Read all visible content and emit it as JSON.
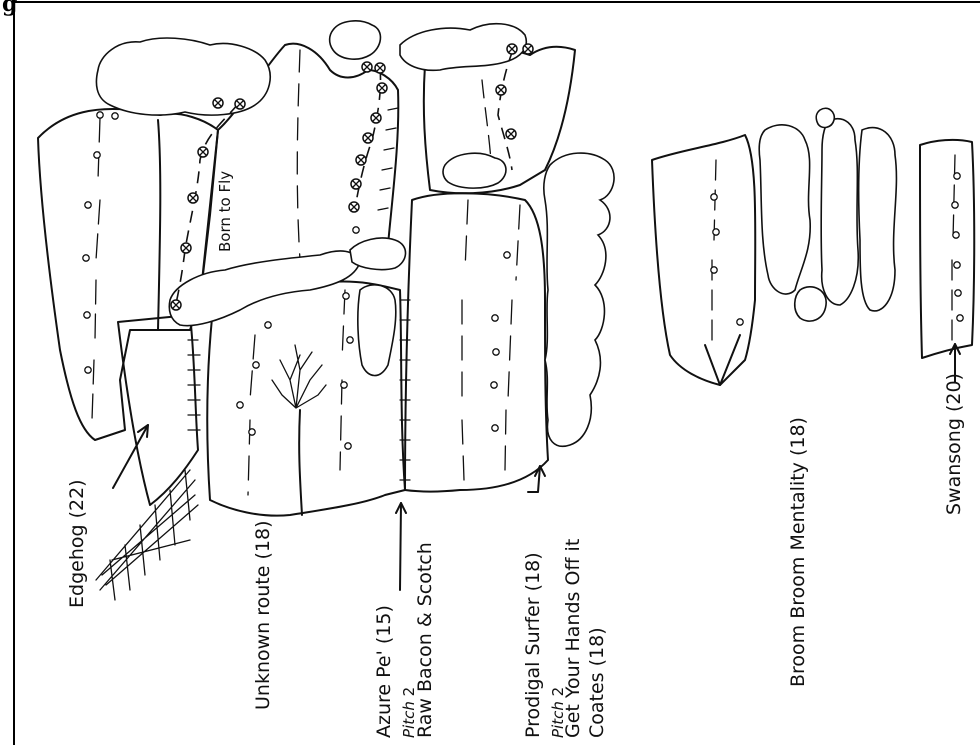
{
  "header": {
    "title": "g"
  },
  "routes": {
    "born_to_fly": "Born to Fly",
    "edgehog": "Edgehog (22)",
    "unknown": "Unknown route (18)",
    "azure": "Azure Pe' (15)",
    "azure_pitch": "Pitch",
    "azure_pitch_num": "2",
    "raw_bacon": "Raw Bacon & Scotch",
    "prodigal": "Prodigal Surfer (18)",
    "prodigal_pitch": "Pitch",
    "prodigal_pitch_num": "2",
    "get_your_hands": "Get Your Hands Off it",
    "coates": "Coates (18)",
    "broom": "Broom Broom Mentality (18)",
    "swansong": "Swansong (20)"
  }
}
